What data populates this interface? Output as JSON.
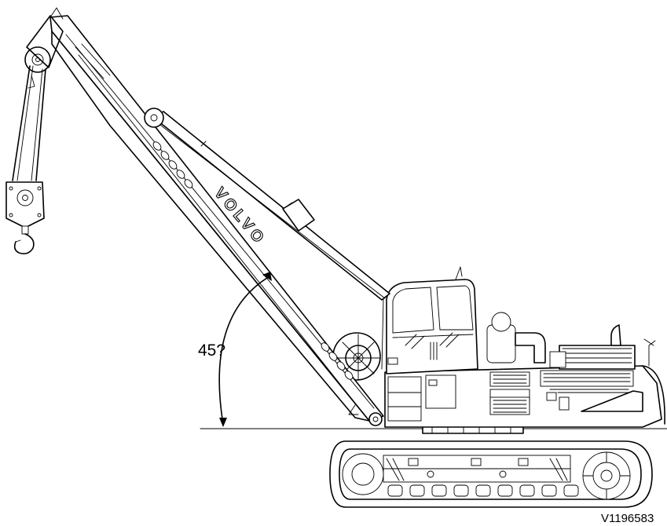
{
  "diagram": {
    "angle_label": "45?",
    "reference_code": "V1196583",
    "boom_brand": "VOLVO",
    "angle_degrees": 45
  },
  "icons": {
    "machine": "pipelayer-crane-icon",
    "hook": "crane-hook-icon"
  }
}
